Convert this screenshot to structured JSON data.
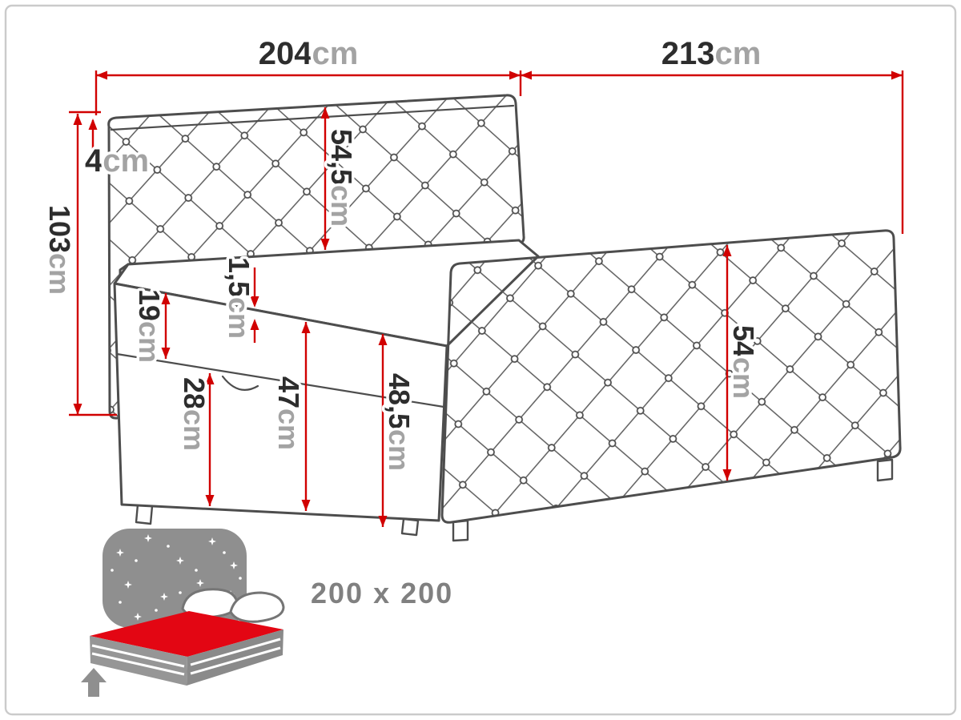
{
  "colors": {
    "dimension_red": "#d10000",
    "line_gray": "#4d4d4d",
    "label_dark": "#2d2d2d",
    "unit_gray": "#a3a3a3",
    "icon_gray": "#8f8f8f",
    "mattress_red": "#e30613",
    "size_label_gray": "#808080",
    "border_gray": "#cbcbcb"
  },
  "dims": {
    "width": {
      "value": "204",
      "unit": "cm"
    },
    "length": {
      "value": "213",
      "unit": "cm"
    },
    "headboard_thickness": {
      "value": "4",
      "unit": "cm"
    },
    "headboard_height": {
      "value": "103",
      "unit": "cm"
    },
    "headboard_panel": {
      "value": "54,5",
      "unit": "cm"
    },
    "mattress": {
      "value": "19",
      "unit": "cm"
    },
    "topper": {
      "value": "1,5",
      "unit": "cm"
    },
    "storage": {
      "value": "28",
      "unit": "cm"
    },
    "base_front": {
      "value": "47",
      "unit": "cm"
    },
    "side": {
      "value": "48,5",
      "unit": "cm"
    },
    "footboard": {
      "value": "54",
      "unit": "cm"
    }
  },
  "badge": {
    "size": "200 x 200"
  }
}
